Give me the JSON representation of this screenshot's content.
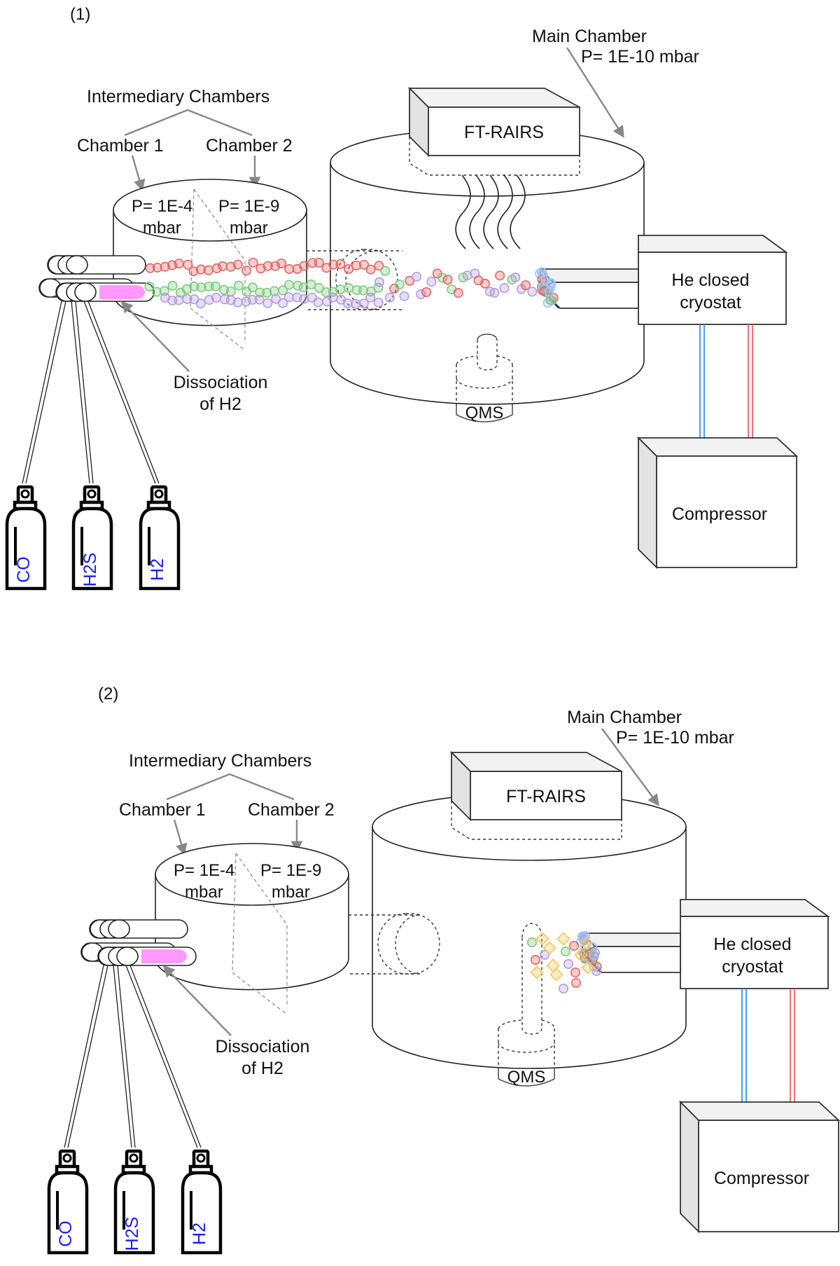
{
  "panels": [
    {
      "label": "(1)",
      "intermediary_title": "Intermediary Chambers",
      "chamber1": {
        "name": "Chamber 1",
        "pressure": "P=  1E-4",
        "unit": "mbar"
      },
      "chamber2": {
        "name": "Chamber 2",
        "pressure": "P=  1E-9",
        "unit": "mbar"
      },
      "main_chamber": {
        "name": "Main Chamber",
        "pressure": "P=  1E-10 mbar"
      },
      "ftrairs": "FT-RAIRS",
      "cryostat": [
        "He closed",
        "cryostat"
      ],
      "compressor": "Compressor",
      "qms": "QMS",
      "dissociation": [
        "Dissociation",
        "of H2"
      ],
      "gases": [
        "CO",
        "H2S",
        "H2"
      ],
      "state": "deposition"
    },
    {
      "label": "(2)",
      "intermediary_title": "Intermediary Chambers",
      "chamber1": {
        "name": "Chamber 1",
        "pressure": "P=  1E-4",
        "unit": "mbar"
      },
      "chamber2": {
        "name": "Chamber 2",
        "pressure": "P=  1E-9",
        "unit": "mbar"
      },
      "main_chamber": {
        "name": "Main Chamber",
        "pressure": "P=  1E-10 mbar"
      },
      "ftrairs": "FT-RAIRS",
      "cryostat": [
        "He closed",
        "cryostat"
      ],
      "compressor": "Compressor",
      "qms": "QMS",
      "dissociation": [
        "Dissociation",
        "of H2"
      ],
      "gases": [
        "CO",
        "H2S",
        "H2"
      ],
      "state": "desorption"
    }
  ],
  "colors": {
    "beam_co": "#e06666",
    "beam_h2s": "#7fc97f",
    "beam_h": "#b39ddb",
    "ice": "#9ec5f0",
    "desorbed": "#f1c75b",
    "plasma": "#ff99ff",
    "line_cold": "#3d8ef0",
    "line_hot": "#f06060",
    "gas_label": "#1a1aff"
  }
}
